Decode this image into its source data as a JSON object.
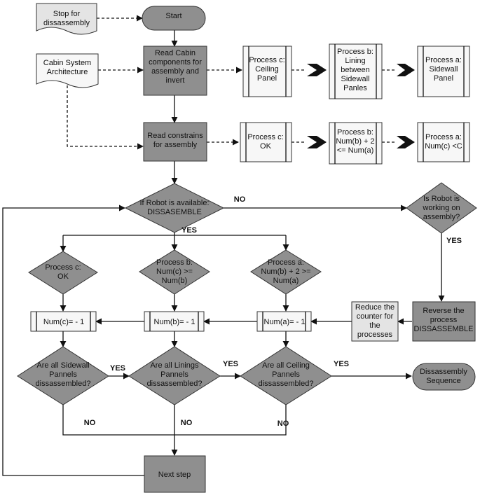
{
  "nodes": {
    "stop_doc": "Stop for\ndissassembly",
    "start": "Start",
    "cabin_doc": "Cabin System\nArchitecture",
    "read_cabin": "Read Cabin\ncomponents for\nassembly and\ninvert",
    "proc_c1": "Process c:\nCeiling\nPanel",
    "proc_b1": "Process b:\nLining\nbetween\nSidewall\nPanles",
    "proc_a1": "Process a:\nSidewall\nPanel",
    "read_constraints": "Read constrains\nfor assembly",
    "proc_c2": "Process c:\nOK",
    "proc_b2": "Process b:\nNum(b) + 2\n<= Num(a)",
    "proc_a2": "Process a:\nNum(c) <C",
    "robot_available": "If Robot is available:\nDISSASEMBLE",
    "robot_working": "Is Robot is\nworking on\nassembly?",
    "dec_c": "Process c:\nOK",
    "dec_b": "Process b:\nNum(c) >=\nNum(b)",
    "dec_a": "Process a:\nNum(b) + 2 >=\nNum(a)",
    "reduce_counter": "Reduce the\ncounter for\nthe\nprocesses",
    "reverse": "Reverse the\nprocess\nDISSASSEMBLE",
    "count_c": "Num(c)= - 1",
    "count_b": "Num(b)= - 1",
    "count_a": "Num(a)= - 1",
    "all_sidewall": "Are all Sidewall\nPannels\ndissassembled?",
    "all_linings": "Are all Linings\nPannels\ndissassembled?",
    "all_ceiling": "Are all Ceiling\nPannels\ndissassembled?",
    "dis_seq": "Dissassembly\nSequence",
    "next_step": "Next step"
  },
  "edge_labels": {
    "no_robot": "NO",
    "yes_robot": "YES",
    "yes_working": "YES",
    "yes_sidewall": "YES",
    "yes_linings": "YES",
    "yes_ceiling": "YES",
    "no_sidewall": "NO",
    "no_linings": "NO",
    "no_ceiling": "NO"
  }
}
